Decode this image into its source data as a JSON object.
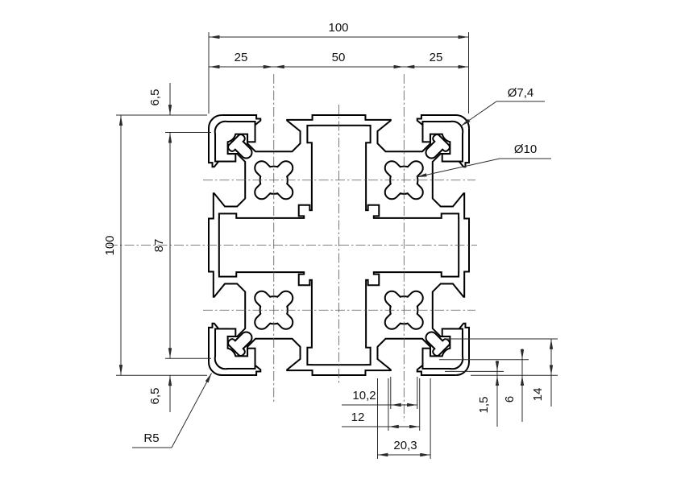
{
  "drawing": {
    "dims": {
      "overall_width": "100",
      "top_segments": [
        "25",
        "50",
        "25"
      ],
      "overall_height": "100",
      "inner_height": "87",
      "edge_offset_top": "6,5",
      "edge_offset_bottom": "6,5",
      "slot_opening": "10,2",
      "slot_step": "12",
      "slot_cavity_width": "20,3",
      "slot_lip": "1,5",
      "slot_chamfer_depth": "6",
      "slot_depth": "14",
      "corner_bore": "Ø7,4",
      "center_bore": "Ø10",
      "corner_radius": "R5"
    },
    "colors": {
      "outline": "#000000",
      "dimension": "#2b2b2b",
      "centerline": "#555555",
      "background": "#ffffff"
    }
  }
}
